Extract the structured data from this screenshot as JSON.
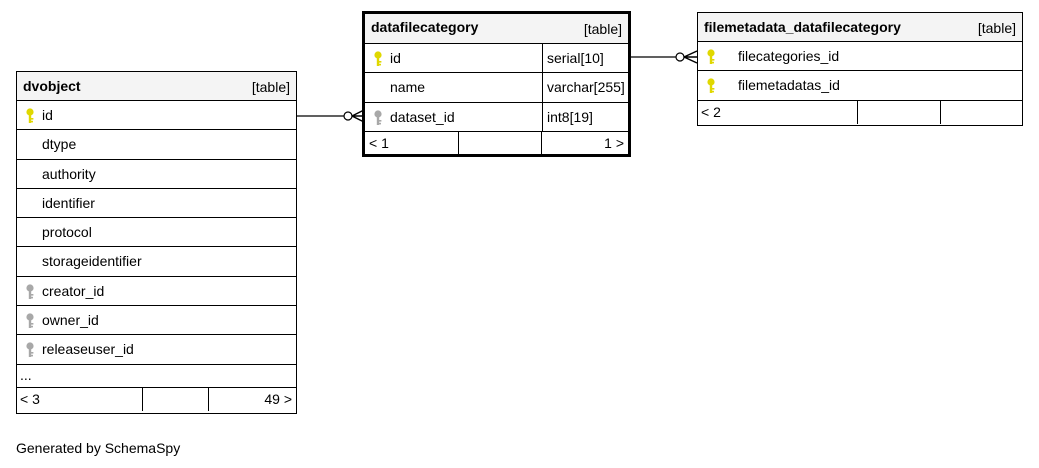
{
  "tables": {
    "dvobject": {
      "name": "dvobject",
      "type": "[table]",
      "columns": [
        {
          "name": "id",
          "key": "primary"
        },
        {
          "name": "dtype",
          "key": "none"
        },
        {
          "name": "authority",
          "key": "none"
        },
        {
          "name": "identifier",
          "key": "none"
        },
        {
          "name": "protocol",
          "key": "none"
        },
        {
          "name": "storageidentifier",
          "key": "none"
        },
        {
          "name": "creator_id",
          "key": "foreign"
        },
        {
          "name": "owner_id",
          "key": "foreign"
        },
        {
          "name": "releaseuser_id",
          "key": "foreign"
        }
      ],
      "more": "...",
      "footer": {
        "parents": "< 3",
        "children": "49 >"
      }
    },
    "datafilecategory": {
      "name": "datafilecategory",
      "type": "[table]",
      "columns": [
        {
          "name": "id",
          "key": "primary",
          "datatype": "serial[10]"
        },
        {
          "name": "name",
          "key": "none",
          "datatype": "varchar[255]"
        },
        {
          "name": "dataset_id",
          "key": "foreign",
          "datatype": "int8[19]"
        }
      ],
      "footer": {
        "parents": "< 1",
        "children": "1 >"
      }
    },
    "filemetadata_datafilecategory": {
      "name": "filemetadata_datafilecategory",
      "type": "[table]",
      "columns": [
        {
          "name": "filecategories_id",
          "key": "primary"
        },
        {
          "name": "filemetadatas_id",
          "key": "primary"
        }
      ],
      "footer": {
        "parents": "< 2",
        "children": ""
      }
    }
  },
  "colors": {
    "primary_key": "#e0d800",
    "foreign_key": "#a8a8a8",
    "header_bg": "#f4f4f4"
  },
  "generated_by": "Generated by SchemaSpy"
}
